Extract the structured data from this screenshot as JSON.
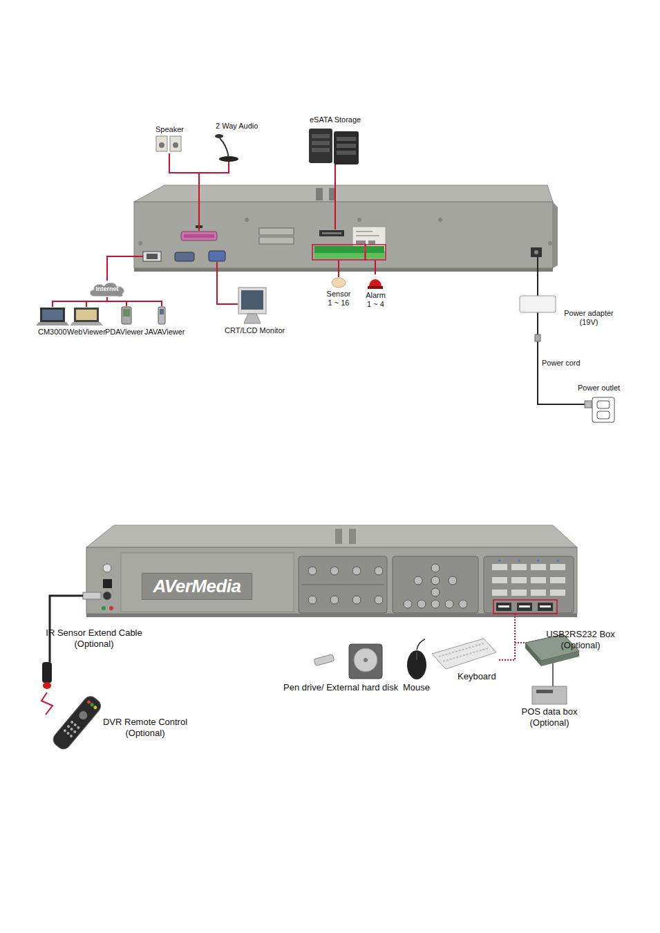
{
  "diagram": {
    "nodes": [
      {
        "text": [
          "Internet"
        ]
      },
      {
        "text": [
          "AVerMedia"
        ]
      }
    ],
    "labels": [
      "Speaker",
      "2 Way Audio",
      "eSATA Storage",
      "CM3000",
      "WebViewer",
      "PDAViewer",
      "JAVAViewer",
      "CRT/LCD Monitor",
      "Sensor 1 ~ 16",
      "Alarm 1 ~ 4",
      "Power adapter (19V)",
      "Power cord",
      "Power outlet",
      "IR Sensor Extend Cable (Optional)",
      "USB2RS232 Box (Optional)",
      "Pen drive/ External hard disk",
      "Mouse",
      "Keyboard",
      "POS data box (Optional)",
      "DVR Remote Control (Optional)"
    ]
  }
}
